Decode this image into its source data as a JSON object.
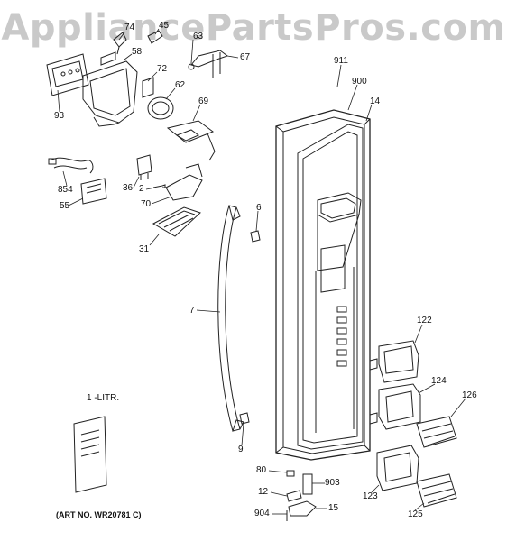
{
  "watermark": "AppliancePartsPros.com",
  "art_number": "(ART NO. WR20781 C)",
  "literature_label": "1 -LITR.",
  "callouts": {
    "p74": "74",
    "p45": "45",
    "p63": "63",
    "p58": "58",
    "p67": "67",
    "p72": "72",
    "p62": "62",
    "p69": "69",
    "p93": "93",
    "p911": "911",
    "p900": "900",
    "p14": "14",
    "p854": "854",
    "p36": "36",
    "p2": "2",
    "p55": "55",
    "p70": "70",
    "p6": "6",
    "p31": "31",
    "p7": "7",
    "p9": "9",
    "p122": "122",
    "p124": "124",
    "p126": "126",
    "p80": "80",
    "p903": "903",
    "p12": "12",
    "p123": "123",
    "p904": "904",
    "p15": "15",
    "p125": "125"
  }
}
